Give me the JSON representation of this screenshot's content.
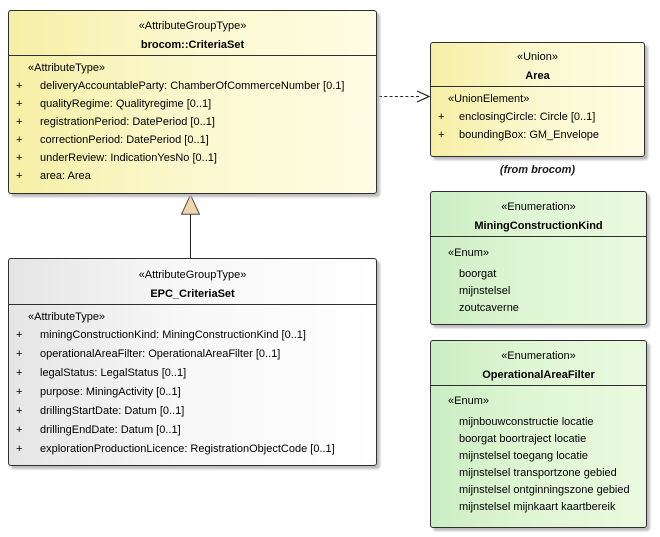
{
  "colors": {
    "yellow-left": "#F6EFA5",
    "yellow-right": "#FFFDE4",
    "green-left": "#CBEEC3",
    "green-right": "#EAFADF",
    "gray-left": "#E5E5E5",
    "gray-right": "#FFFFFF",
    "border": "#2F2F2F",
    "shadow": "#BDBDBD",
    "triangle-fill": "#F2D5A6",
    "line": "#222222"
  },
  "classes": {
    "criteriaSet": {
      "stereotype": "«AttributeGroupType»",
      "name": "brocom::CriteriaSet",
      "sectionLabel": "«AttributeType»",
      "attributes": [
        {
          "v": "+",
          "t": "deliveryAccountableParty: ChamberOfCommerceNumber [0.1]"
        },
        {
          "v": "+",
          "t": "qualityRegime: Qualityregime [0..1]"
        },
        {
          "v": "+",
          "t": "registrationPeriod: DatePeriod [0..1]"
        },
        {
          "v": "+",
          "t": "correctionPeriod: DatePeriod [0..1]"
        },
        {
          "v": "+",
          "t": "underReview: IndicationYesNo [0..1]"
        },
        {
          "v": "+",
          "t": "area: Area"
        }
      ]
    },
    "epcCriteriaSet": {
      "stereotype": "«AttributeGroupType»",
      "name": "EPC_CriteriaSet",
      "sectionLabel": "«AttributeType»",
      "attributes": [
        {
          "v": "+",
          "t": "miningConstructionKind: MiningConstructionKind [0..1]"
        },
        {
          "v": "+",
          "t": "operationalAreaFilter: OperationalAreaFilter [0..1]"
        },
        {
          "v": "+",
          "t": "legalStatus: LegalStatus [0..1]"
        },
        {
          "v": "+",
          "t": "purpose: MiningActivity [0..1]"
        },
        {
          "v": "+",
          "t": "drillingStartDate: Datum [0..1]"
        },
        {
          "v": "+",
          "t": "drillingEndDate: Datum [0..1]"
        },
        {
          "v": "+",
          "t": "explorationProductionLicence: RegistrationObjectCode [0..1]"
        }
      ]
    },
    "area": {
      "stereotype": "«Union»",
      "name": "Area",
      "sectionLabel": "«UnionElement»",
      "attributes": [
        {
          "v": "+",
          "t": "enclosingCircle: Circle [0..1]"
        },
        {
          "v": "+",
          "t": "boundingBox: GM_Envelope"
        }
      ],
      "note": "(from brocom)"
    },
    "miningConstructionKind": {
      "stereotype": "«Enumeration»",
      "name": "MiningConstructionKind",
      "sectionLabel": "«Enum»",
      "values": [
        "boorgat",
        "mijnstelsel",
        "zoutcaverne"
      ]
    },
    "operationalAreaFilter": {
      "stereotype": "«Enumeration»",
      "name": "OperationalAreaFilter",
      "sectionLabel": "«Enum»",
      "values": [
        "mijnbouwconstructie locatie",
        "boorgat boortraject locatie",
        "mijnstelsel toegang locatie",
        "mijnstelsel transportzone gebied",
        "mijnstelsel ontginningszone gebied",
        "mijnstelsel mijnkaart kaartbereik"
      ]
    }
  }
}
